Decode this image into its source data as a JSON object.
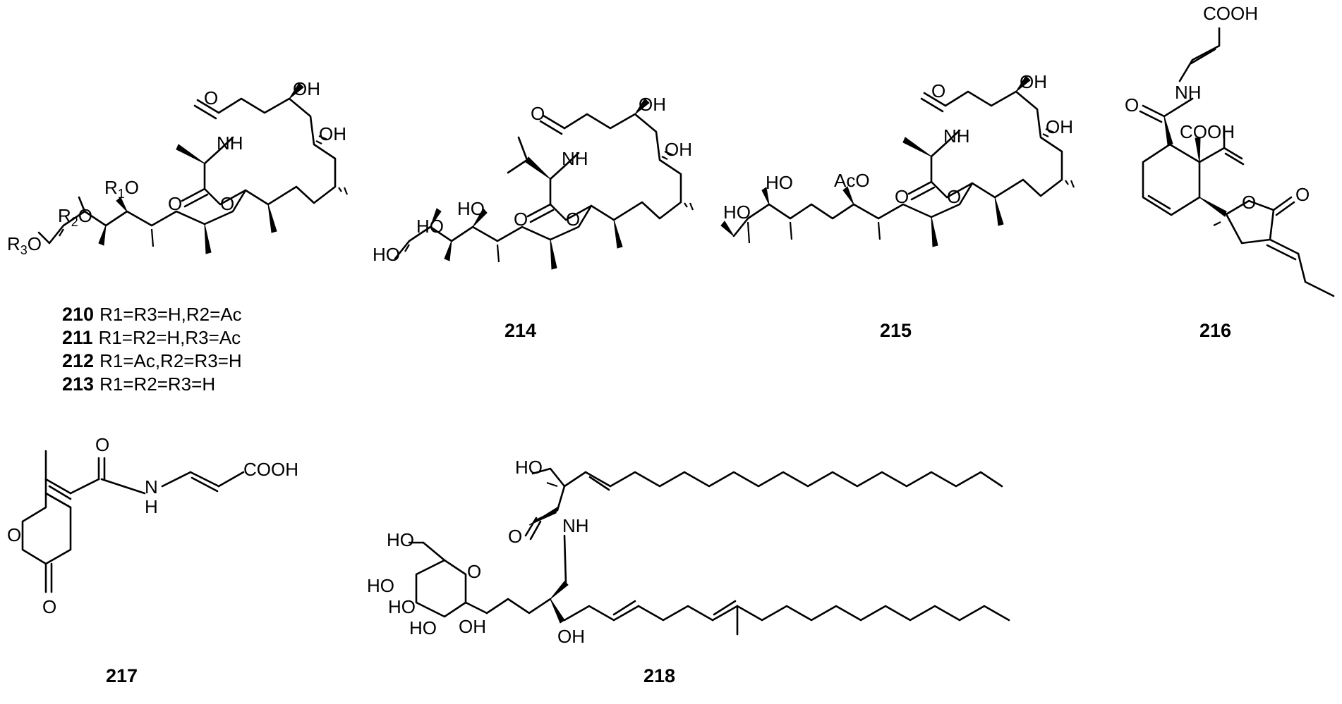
{
  "compounds": [
    {
      "id": "210",
      "label": "210",
      "substituents": "R1=R3=H,R2=Ac"
    },
    {
      "id": "211",
      "label": "211",
      "substituents": "R1=R2=H,R3=Ac"
    },
    {
      "id": "212",
      "label": "212",
      "substituents": "R1=Ac,R2=R3=H"
    },
    {
      "id": "213",
      "label": "213",
      "substituents": "R1=R2=R3=H"
    },
    {
      "id": "214",
      "label": "214"
    },
    {
      "id": "215",
      "label": "215"
    },
    {
      "id": "216",
      "label": "216"
    },
    {
      "id": "217",
      "label": "217"
    },
    {
      "id": "218",
      "label": "218"
    }
  ],
  "atom_labels": {
    "oh": "OH",
    "ho": "HO",
    "o": "O",
    "nh": "NH",
    "n": "N",
    "h": "H",
    "cooh": "COOH",
    "aco": "AcO",
    "r": "R",
    "r1": "1",
    "r2": "2",
    "r3": "3"
  }
}
